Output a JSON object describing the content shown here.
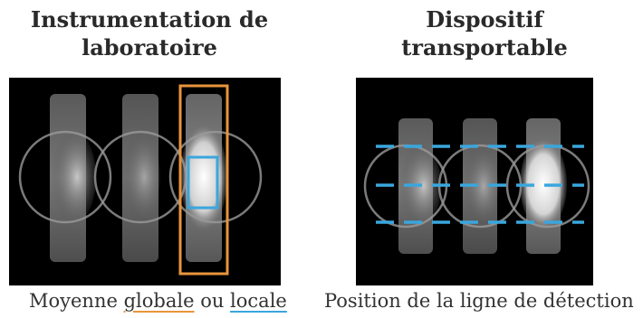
{
  "left": {
    "title_line1": "Instrumentation de",
    "title_line2": "laboratoire",
    "caption_prefix": "Moyenne ",
    "caption_global": "globale",
    "caption_middle": " ou ",
    "caption_local": "locale"
  },
  "right": {
    "title_line1": "Dispositif",
    "title_line2": "transportable",
    "caption": "Position de la ligne de détection"
  },
  "colors": {
    "global_box": "#e8943c",
    "local_box": "#3aa6dd",
    "detection_lines": "#3aa6dd"
  }
}
